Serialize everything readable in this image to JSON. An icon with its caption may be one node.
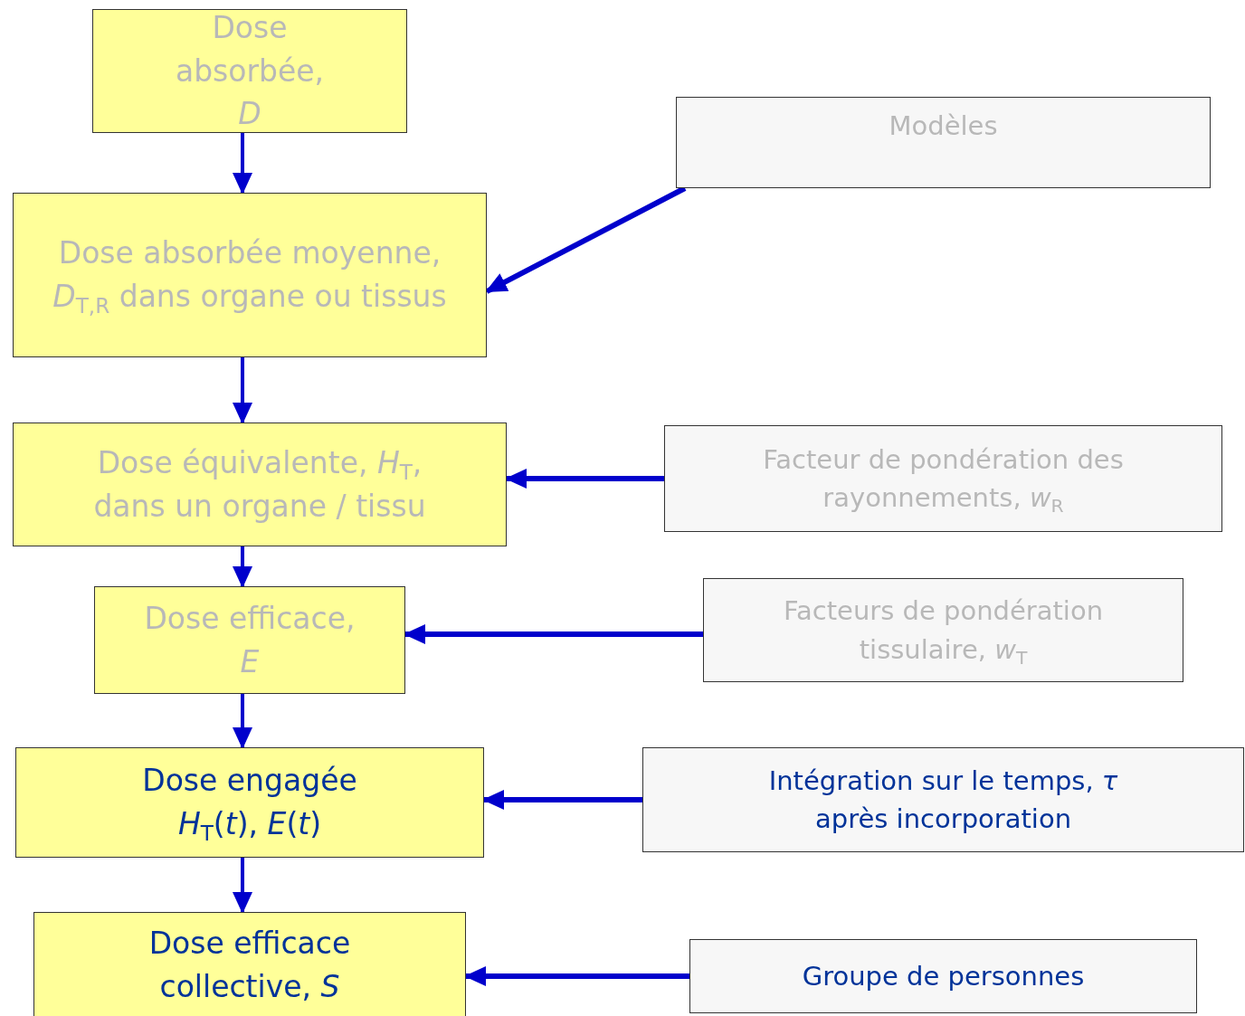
{
  "diagram": {
    "nodes": [
      {
        "text": [
          "Dose absorbée, *D*"
        ]
      },
      {
        "text": [
          "Dose absorbée moyenne, *D*$_{T,R}$ dans organe ou tissus"
        ]
      },
      {
        "text": [
          "Dose équivalente, *H*$_{T}$, dans un organe / tissu"
        ]
      },
      {
        "text": [
          "Dose efficace, *E*"
        ]
      },
      {
        "text": [
          "Dose engagée *H*$_{T}$(*t*), *E*(*t*)"
        ]
      },
      {
        "text": [
          "Dose efficace collective, *S*"
        ]
      },
      {
        "text": [
          "Modèles"
        ]
      },
      {
        "text": [
          "Facteur de pondération des rayonnements, *w*$_{R}$"
        ]
      },
      {
        "text": [
          "Facteurs de pondération tissulaire, *w*$_{T}$"
        ]
      },
      {
        "text": [
          "Intégration sur le temps, *τ* après incorporation"
        ]
      },
      {
        "text": [
          "Groupe de personnes"
        ]
      }
    ],
    "edges": [
      {
        "from": 0,
        "to": 1,
        "arrow": "to"
      },
      {
        "from": 1,
        "to": 2,
        "arrow": "to"
      },
      {
        "from": 2,
        "to": 3,
        "arrow": "to"
      },
      {
        "from": 3,
        "to": 4,
        "arrow": "to"
      },
      {
        "from": 4,
        "to": 5,
        "arrow": "to"
      },
      {
        "from": 6,
        "to": 1,
        "arrow": "to"
      },
      {
        "from": 7,
        "to": 2,
        "arrow": "to"
      },
      {
        "from": 8,
        "to": 3,
        "arrow": "to"
      },
      {
        "from": 9,
        "to": 4,
        "arrow": "to"
      },
      {
        "from": 10,
        "to": 5,
        "arrow": "to"
      }
    ]
  }
}
